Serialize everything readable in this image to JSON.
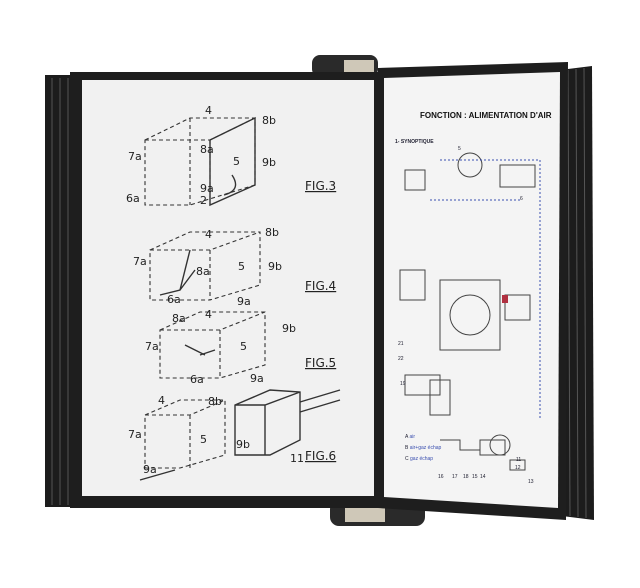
{
  "left_page": {
    "figures": [
      {
        "label": "FIG.3",
        "parts": [
          "4",
          "8b",
          "7a",
          "8a",
          "5",
          "9b",
          "6a",
          "9a",
          "2"
        ]
      },
      {
        "label": "FIG.4",
        "parts": [
          "4",
          "8b",
          "7a",
          "8a",
          "5",
          "9b",
          "6a",
          "9a"
        ]
      },
      {
        "label": "FIG.5",
        "parts": [
          "8a",
          "4",
          "7a",
          "5",
          "9b",
          "6a",
          "9a"
        ]
      },
      {
        "label": "FIG.6",
        "parts": [
          "4",
          "8b",
          "7a",
          "5",
          "9b",
          "9a",
          "11"
        ]
      }
    ]
  },
  "right_page": {
    "title": "FONCTION : ALIMENTATION D'AIR",
    "section": "1- SYNOPTIQUE",
    "legend": [
      {
        "key": "A",
        "text": "air"
      },
      {
        "key": "B",
        "text": "air+gaz échap"
      },
      {
        "key": "C",
        "text": "gaz échap"
      }
    ],
    "numbers": [
      "16",
      "17",
      "18",
      "15",
      "14",
      "11",
      "12",
      "13",
      "19",
      "5",
      "6",
      "21",
      "22"
    ]
  },
  "colors": {
    "frame": "#1b1b1b",
    "paper": "#f3f3f3",
    "clip": "#2a2a2a",
    "diagram_blue": "#3a4fb0",
    "marker_red": "#b03040"
  }
}
